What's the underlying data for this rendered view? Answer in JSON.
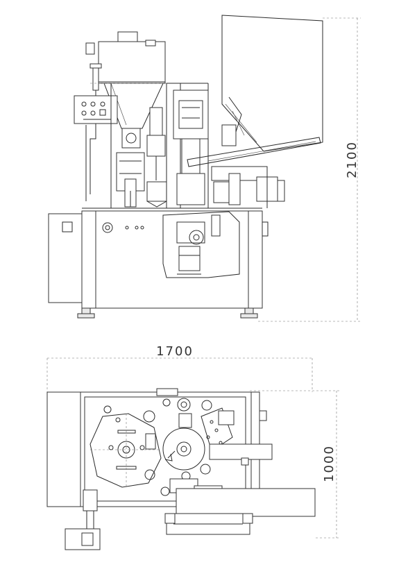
{
  "drawing": {
    "dimensions": {
      "height_label": "2100",
      "width_label": "1700",
      "depth_label": "1000"
    },
    "colors": {
      "line": "#2a2a2a",
      "accent": "#d9365a"
    }
  }
}
